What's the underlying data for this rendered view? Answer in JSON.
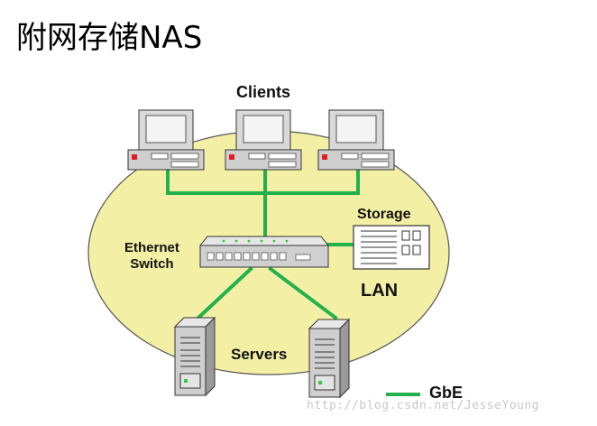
{
  "title": "附网存储NAS",
  "labels": {
    "clients": "Clients",
    "storage": "Storage",
    "ethernet_line1": "Ethernet",
    "ethernet_line2": "Switch",
    "lan": "LAN",
    "servers": "Servers",
    "legend_gbe": "GbE"
  },
  "watermark": "http://blog.csdn.net/JesseYoung",
  "colors": {
    "lan_zone": "#f3f0a6",
    "link": "#22b14c"
  }
}
